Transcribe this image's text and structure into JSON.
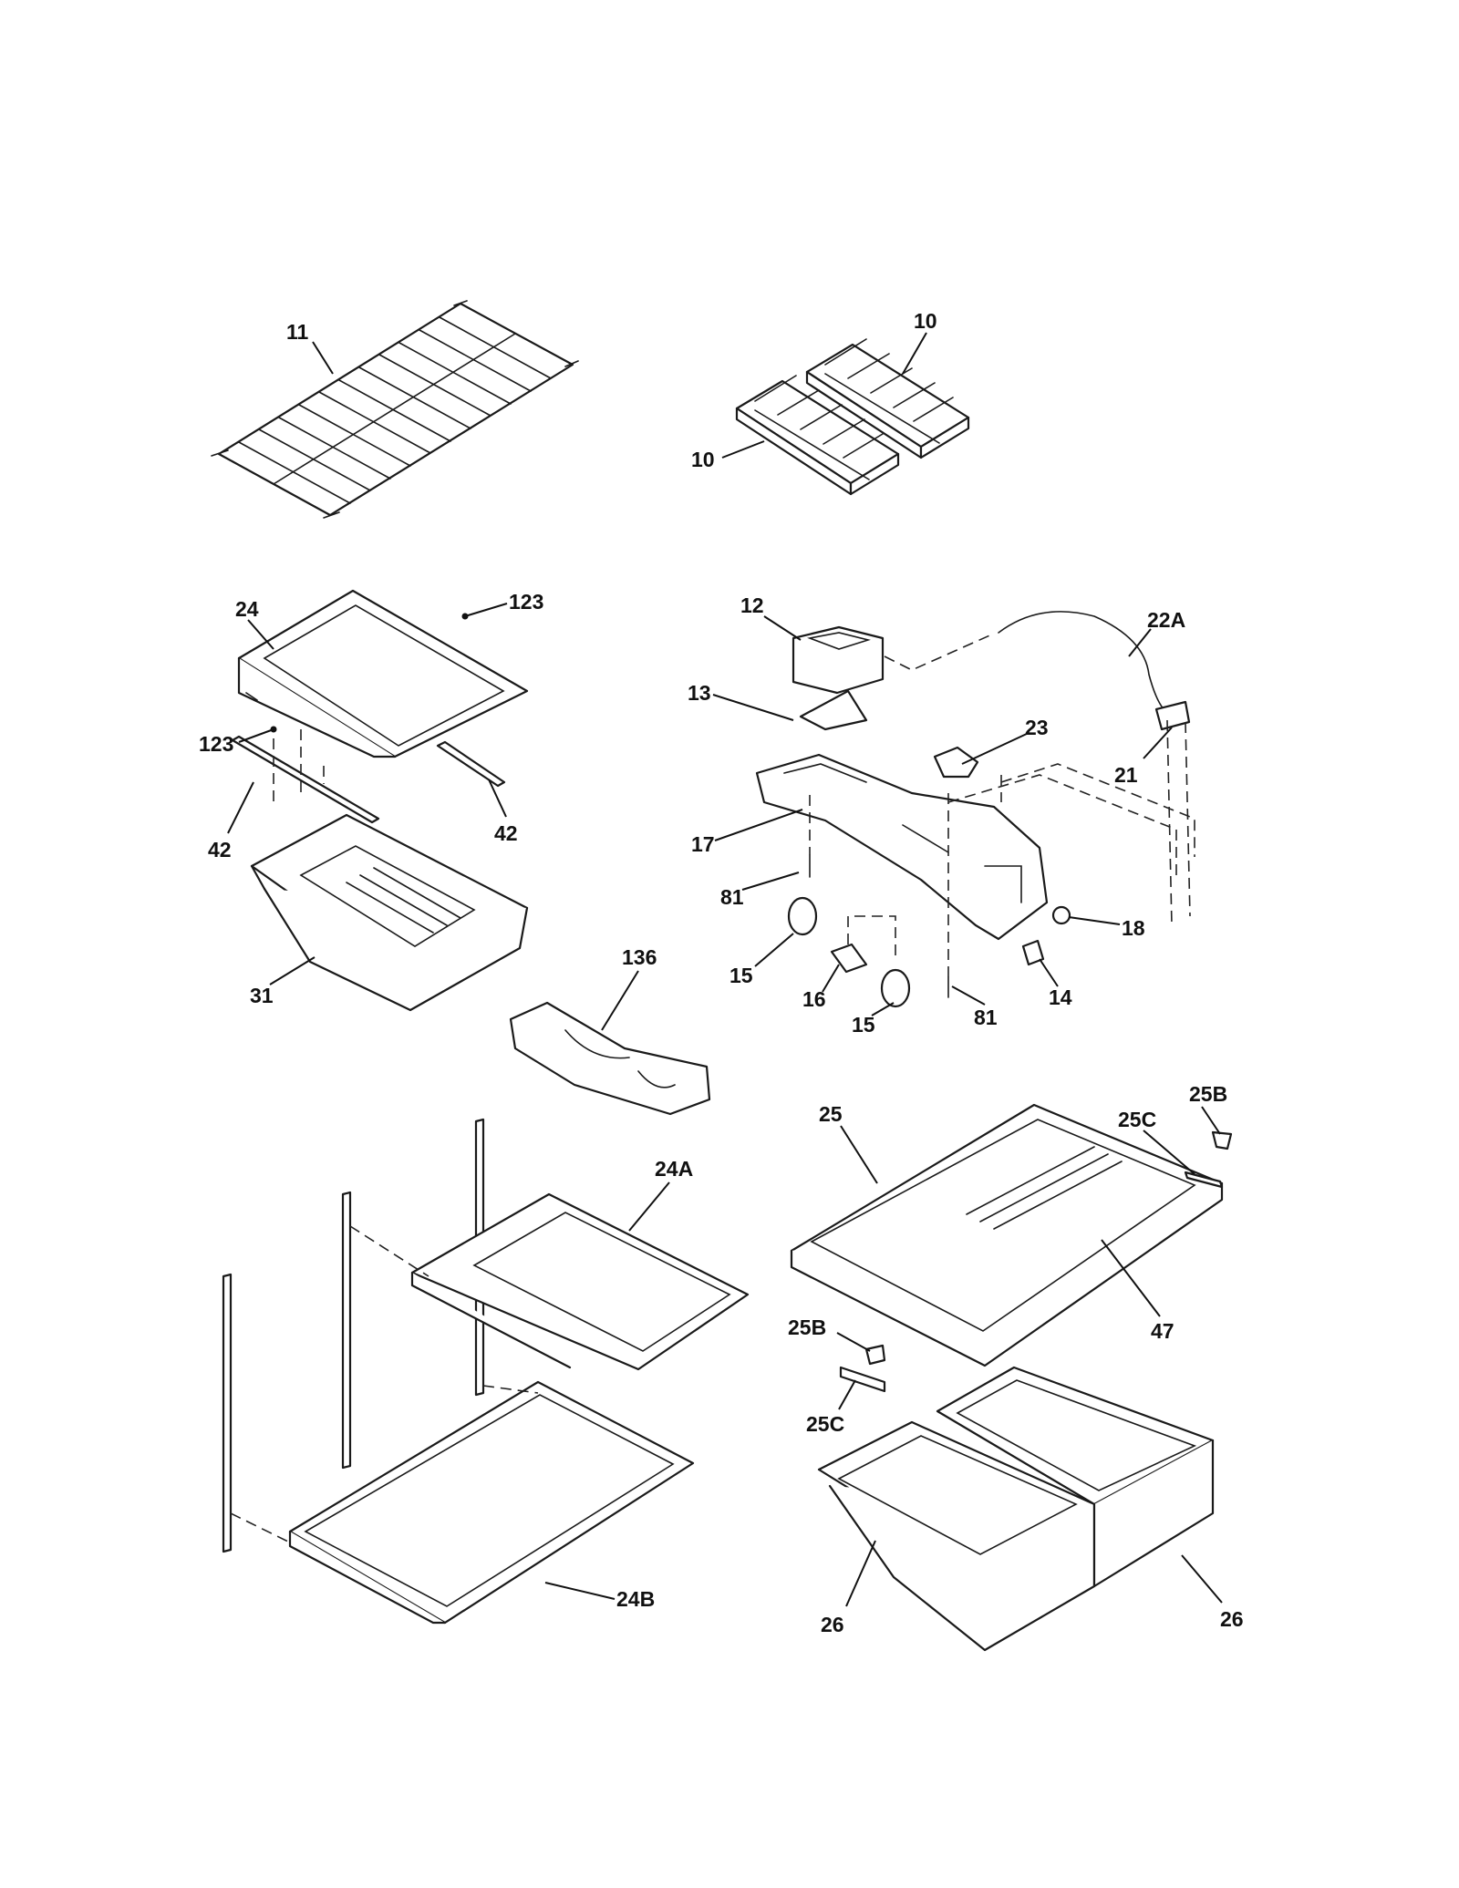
{
  "callouts": {
    "c11": "11",
    "c10a": "10",
    "c10b": "10",
    "c24": "24",
    "c123a": "123",
    "c123b": "123",
    "c42a": "42",
    "c42b": "42",
    "c31": "31",
    "c136": "136",
    "c12": "12",
    "c22A": "22A",
    "c13": "13",
    "c23": "23",
    "c21": "21",
    "c17": "17",
    "c81a": "81",
    "c81b": "81",
    "c18": "18",
    "c15a": "15",
    "c15b": "15",
    "c16": "16",
    "c14": "14",
    "c25": "25",
    "c25C_top": "25C",
    "c25B_top": "25B",
    "c24A": "24A",
    "c47": "47",
    "c25B_bot": "25B",
    "c25C_bot": "25C",
    "c24B": "24B",
    "c26a": "26",
    "c26b": "26"
  }
}
